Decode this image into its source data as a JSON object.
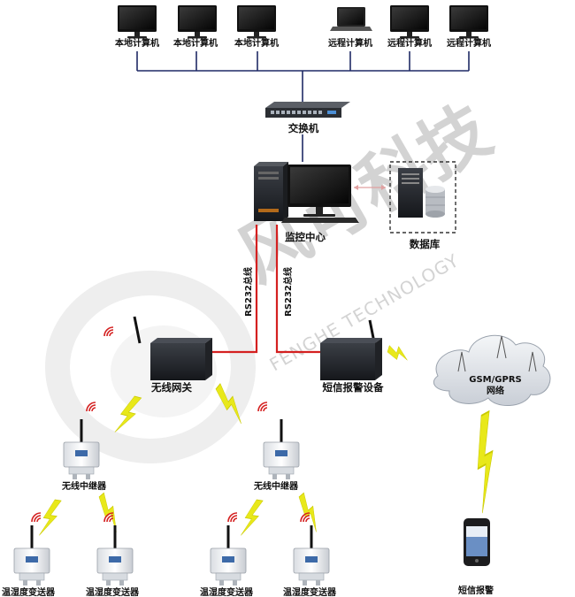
{
  "watermark": {
    "brand_cn": "风可科技",
    "brand_en": "FENGHE TECHNOLOGY"
  },
  "labels": {
    "local_pc": "本地计算机",
    "remote_pc": "远程计算机",
    "switch": "交换机",
    "monitor_center": "监控中心",
    "database": "数据库",
    "bus": "RS232总线",
    "wireless_gateway": "无线网关",
    "sms_alarm_device": "短信报警设备",
    "network_line1": "GSM/GPRS",
    "network_line2": "网络",
    "relay": "无线中继器",
    "transmitter": "温湿度变送器",
    "sms_alarm": "短信报警"
  },
  "colors": {
    "bus_line": "#d42020",
    "wireless_bolt": "#e8e81a",
    "signal_wave": "#d42020",
    "network_line": "#1f2a66"
  }
}
